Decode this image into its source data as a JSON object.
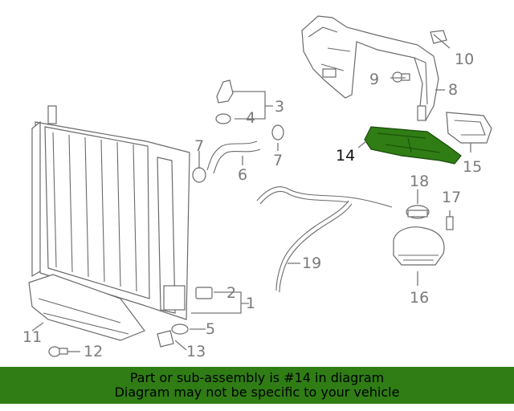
{
  "callouts": {
    "c1": "1",
    "c2": "2",
    "c3": "3",
    "c4": "4",
    "c5": "5",
    "c6": "6",
    "c7a": "7",
    "c7b": "7",
    "c8": "8",
    "c9": "9",
    "c10": "10",
    "c11": "11",
    "c12": "12",
    "c13": "13",
    "c14": "14",
    "c15": "15",
    "c16": "16",
    "c17": "17",
    "c18": "18",
    "c19": "19"
  },
  "highlight": {
    "part_number": "14",
    "color": "#2f7d14"
  },
  "banner": {
    "line1": "Part or sub-assembly is #14 in diagram",
    "line2": "Diagram may not be specific to your vehicle",
    "background": "#2f7d14"
  }
}
